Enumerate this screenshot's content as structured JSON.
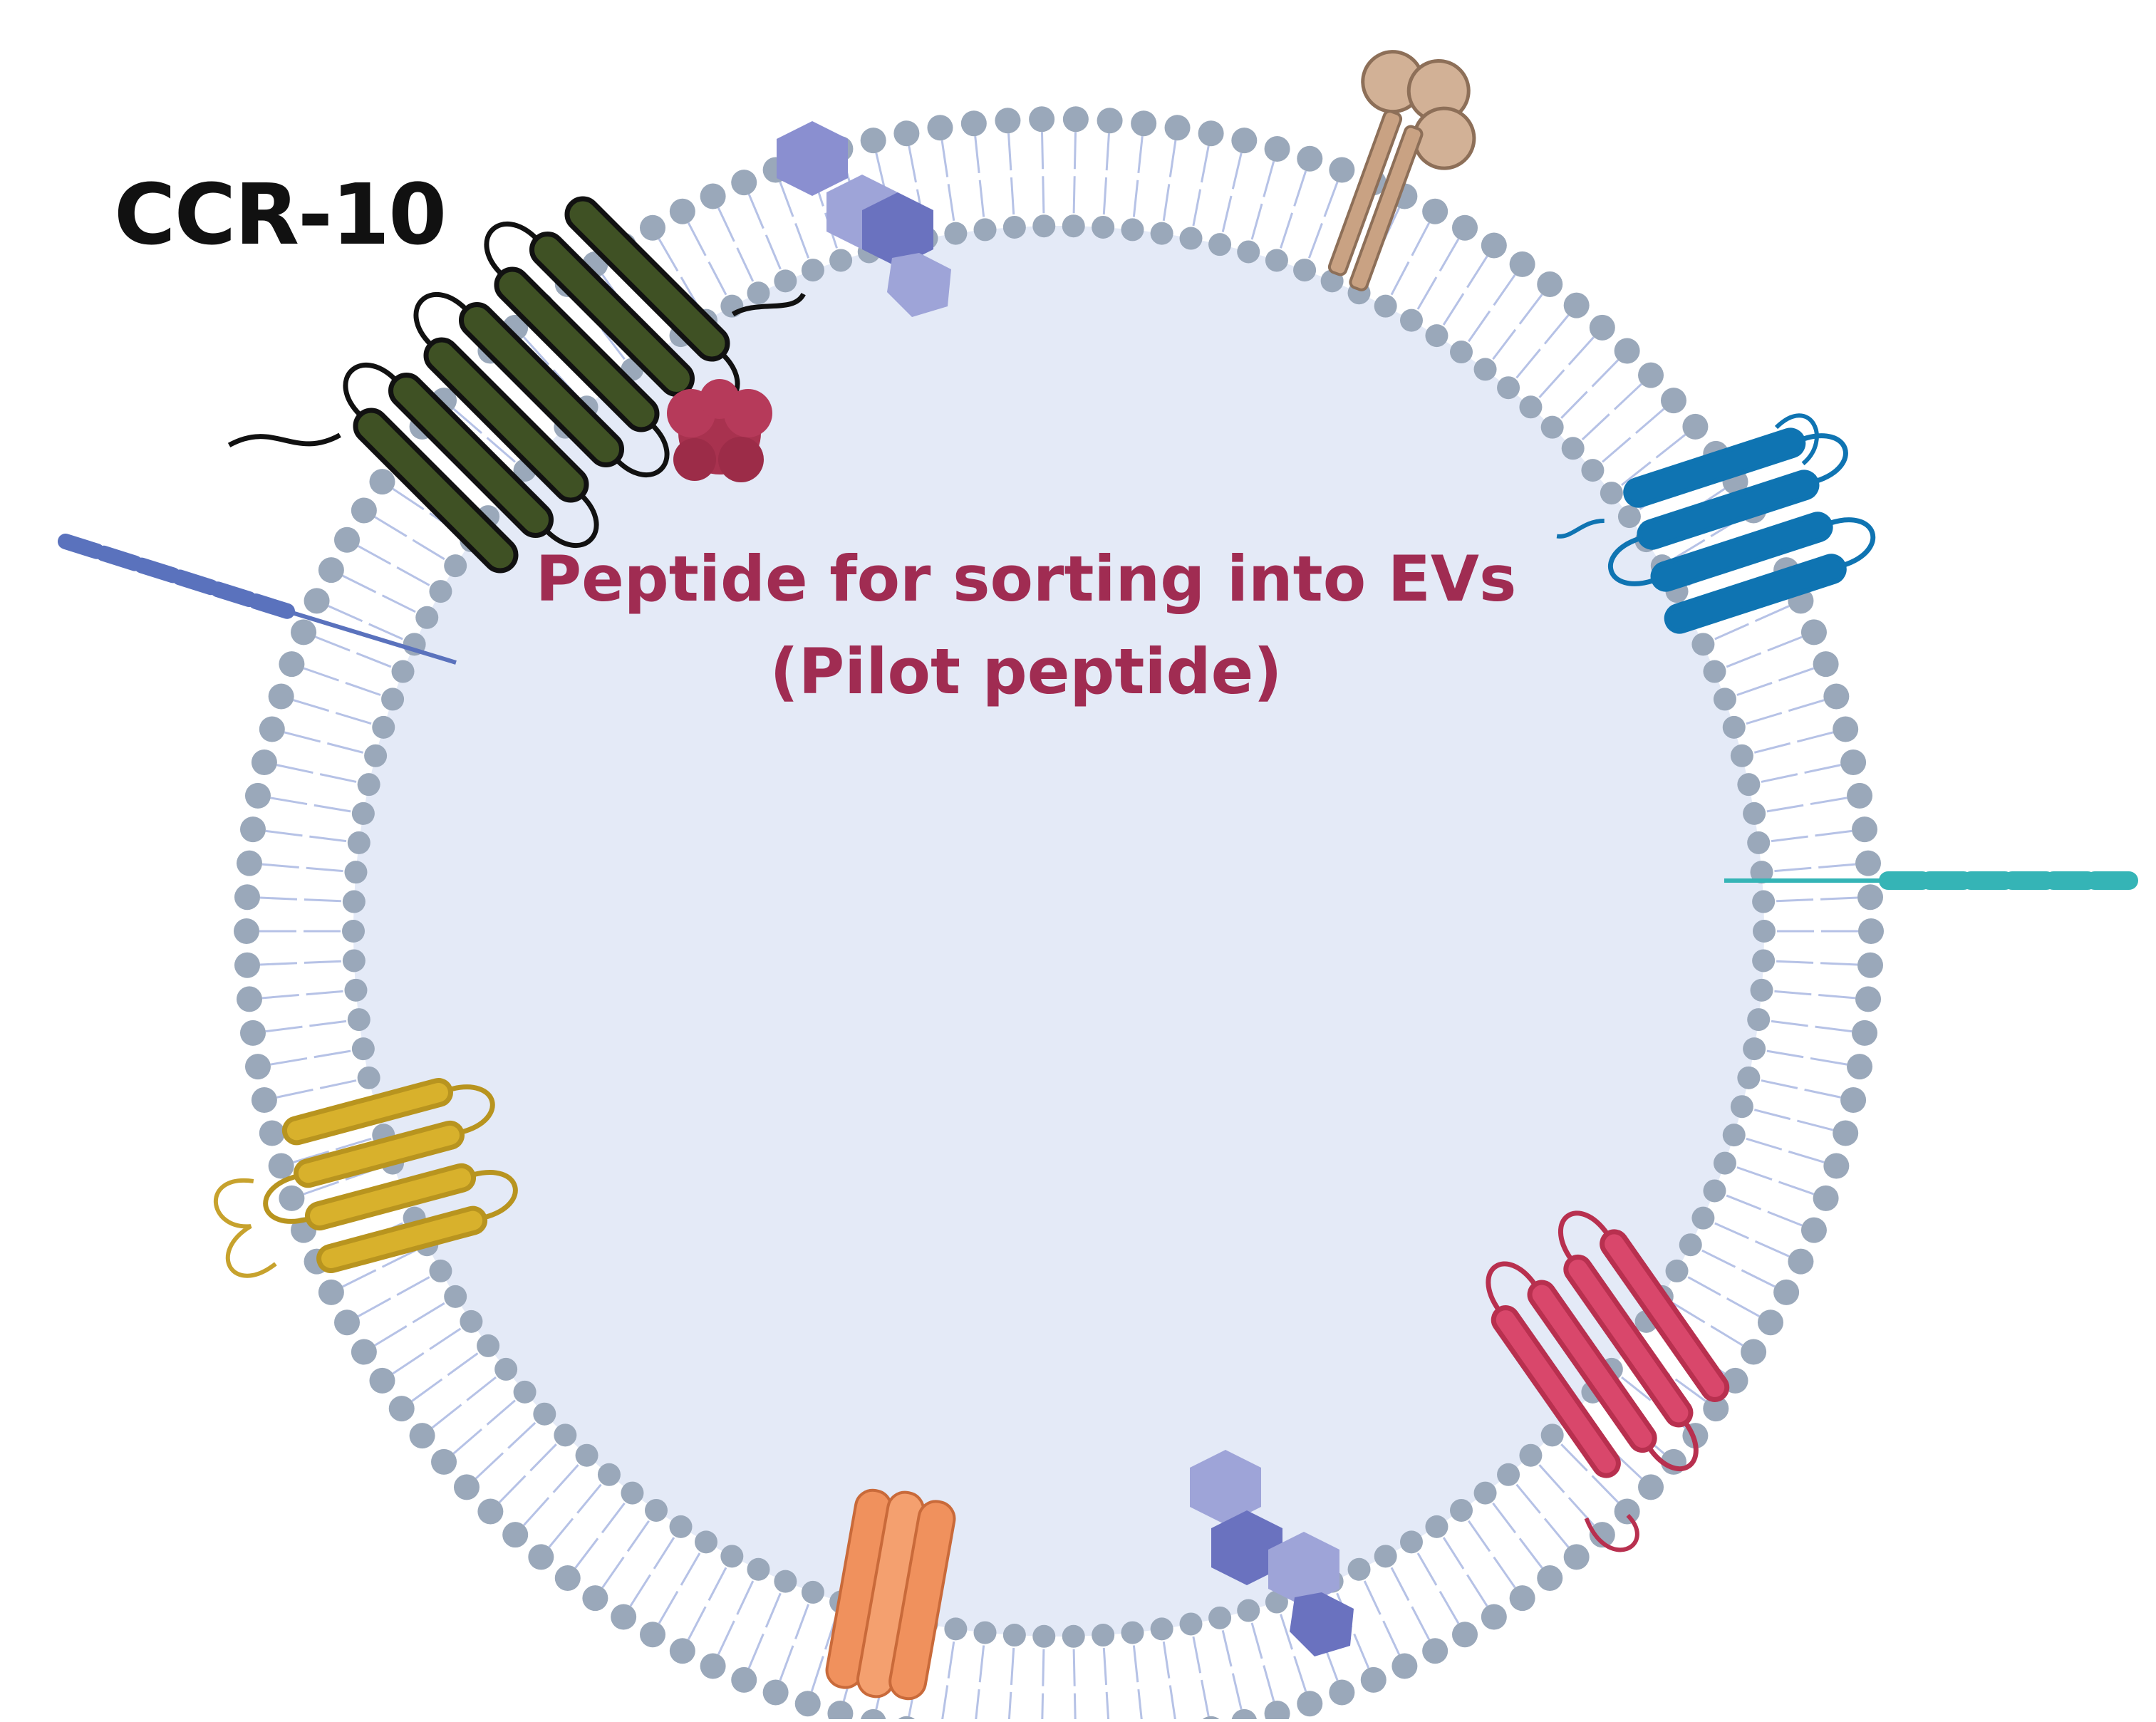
{
  "labels": {
    "ccr10": "CCR-10",
    "peptide_line1": "Peptide for sorting into EVs",
    "peptide_line2": "(Pilot peptide)"
  },
  "colors": {
    "background": "#ffffff",
    "lumen": "#e4eaf7",
    "lipid_head": "#9aa8ba",
    "lipid_tail": "#b6c2e6",
    "ccr10_receptor": "#3f5124",
    "ccr10_outline": "#111111",
    "pilot_peptide": "#a8324f",
    "peptide_text": "#a02c52",
    "label_text": "#111111",
    "blue_receptor": "#0f74b2",
    "yellow_receptor": "#d8b12c",
    "pink_receptor": "#d9476b",
    "orange_channel": "#f0915d",
    "tan_receptor": "#c9a283",
    "glycan": "#6a72bf",
    "glycan_light": "#9ea4d8",
    "left_anchor": "#5a72bd",
    "right_anchor": "#35b4b6"
  },
  "icons": {
    "ccr10_receptor": "seven-helix-receptor-icon",
    "pilot_peptide": "peptide-blob-icon",
    "glycans": "hexagon-glycan-icon",
    "channel": "barrel-channel-icon",
    "lipid_bilayer": "phospholipid-bilayer-icon"
  }
}
